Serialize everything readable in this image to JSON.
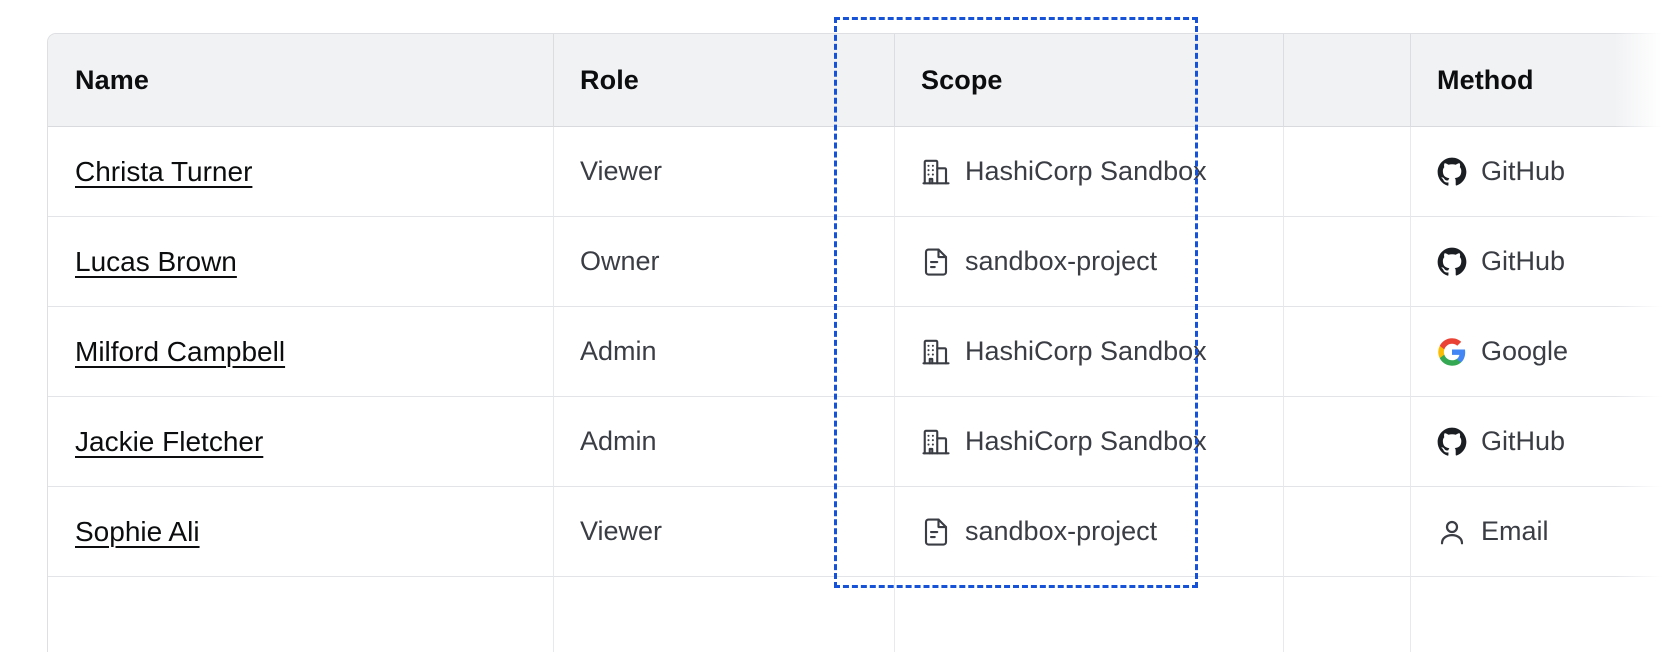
{
  "table": {
    "columns": [
      {
        "key": "name",
        "label": "Name"
      },
      {
        "key": "role",
        "label": "Role"
      },
      {
        "key": "scope",
        "label": "Scope"
      },
      {
        "key": "blank",
        "label": ""
      },
      {
        "key": "method",
        "label": "Method"
      }
    ],
    "rows": [
      {
        "name": "Christa Turner",
        "role": "Viewer",
        "scope": "HashiCorp Sandbox",
        "scope_icon": "organization-icon",
        "method": "GitHub",
        "method_icon": "github-icon"
      },
      {
        "name": "Lucas Brown",
        "role": "Owner",
        "scope": "sandbox-project",
        "scope_icon": "project-file-icon",
        "method": "GitHub",
        "method_icon": "github-icon"
      },
      {
        "name": "Milford Campbell",
        "role": "Admin",
        "scope": "HashiCorp Sandbox",
        "scope_icon": "organization-icon",
        "method": "Google",
        "method_icon": "google-icon"
      },
      {
        "name": "Jackie Fletcher",
        "role": "Admin",
        "scope": "HashiCorp Sandbox",
        "scope_icon": "organization-icon",
        "method": "GitHub",
        "method_icon": "github-icon"
      },
      {
        "name": "Sophie Ali",
        "role": "Viewer",
        "scope": "sandbox-project",
        "scope_icon": "project-file-icon",
        "method": "Email",
        "method_icon": "user-icon"
      },
      {
        "name": "",
        "role": "",
        "scope": "",
        "scope_icon": "",
        "method": "",
        "method_icon": ""
      }
    ]
  },
  "highlight": {
    "target_column": "Scope",
    "color": "#1552d8",
    "style": "dashed"
  },
  "colors": {
    "header_background": "#f1f2f4",
    "header_text": "#0c0d0e",
    "body_text": "#3b3d45",
    "link_text": "#0c0d0e",
    "border": "#e3e4e8",
    "highlight": "#1552d8",
    "github": "#1b1f24",
    "google_blue": "#4285f4",
    "google_red": "#ea4335",
    "google_yellow": "#fbbc05",
    "google_green": "#34a853"
  }
}
